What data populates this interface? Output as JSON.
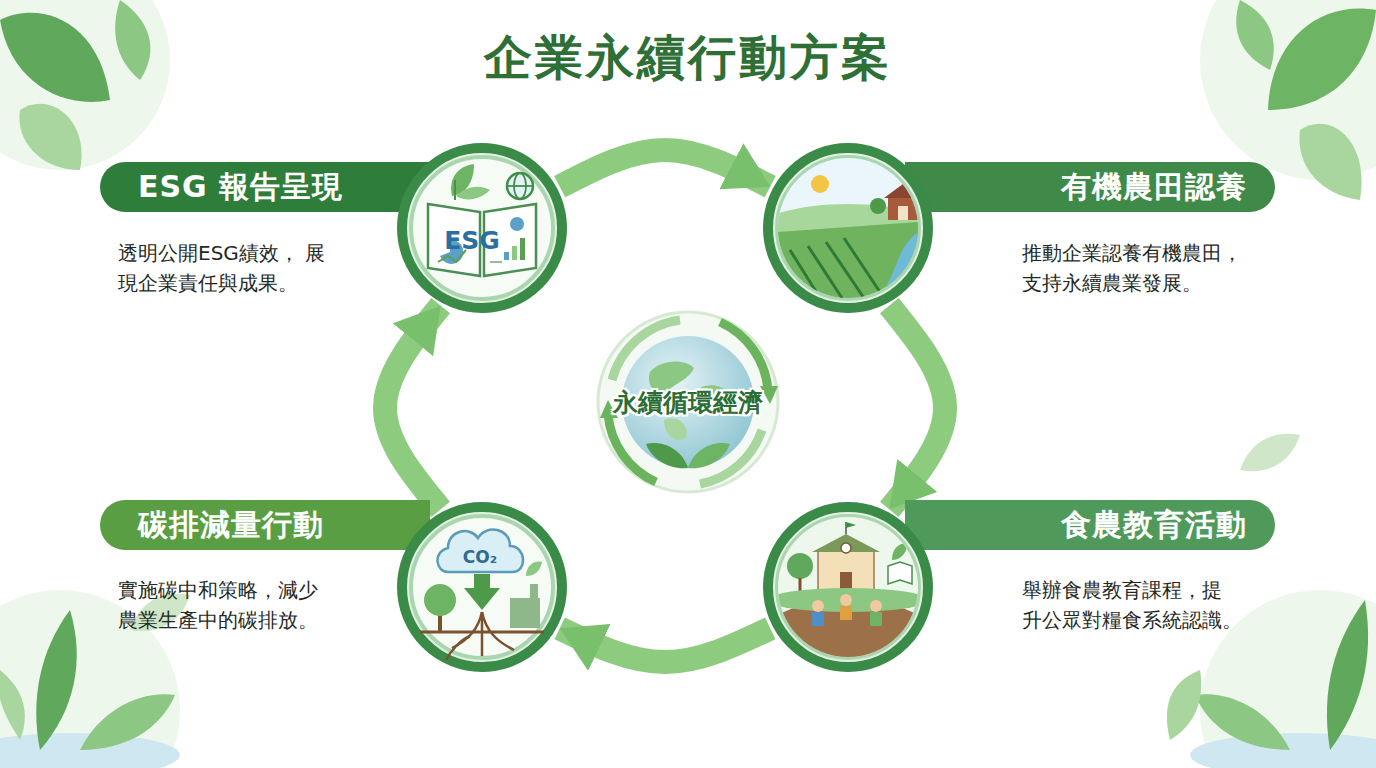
{
  "diagram": {
    "title": "企業永續行動方案",
    "nodes": [
      {
        "text": [
          "ESG 報告呈現",
          "透明公開ESG績效， 展現企業責任與成果。"
        ]
      },
      {
        "text": [
          "有機農田認養",
          "推動企業認養有機農田， 支持永續農業發展。"
        ]
      },
      {
        "text": [
          "碳排減量行動",
          "實施碳中和策略，減少 農業生產中的碳排放。"
        ]
      },
      {
        "text": [
          "食農教育活動",
          "舉辦食農教育課程，提 升公眾對糧食系統認識。"
        ]
      },
      {
        "text": [
          "永續循環經濟"
        ]
      }
    ],
    "edges": [
      {
        "from": 0,
        "to": 1,
        "arrow": "to"
      },
      {
        "from": 1,
        "to": 3,
        "arrow": "to"
      },
      {
        "from": 3,
        "to": 2,
        "arrow": "to"
      },
      {
        "from": 2,
        "to": 0,
        "arrow": "to"
      }
    ],
    "labels": [
      "ESG",
      "CO₂"
    ]
  }
}
